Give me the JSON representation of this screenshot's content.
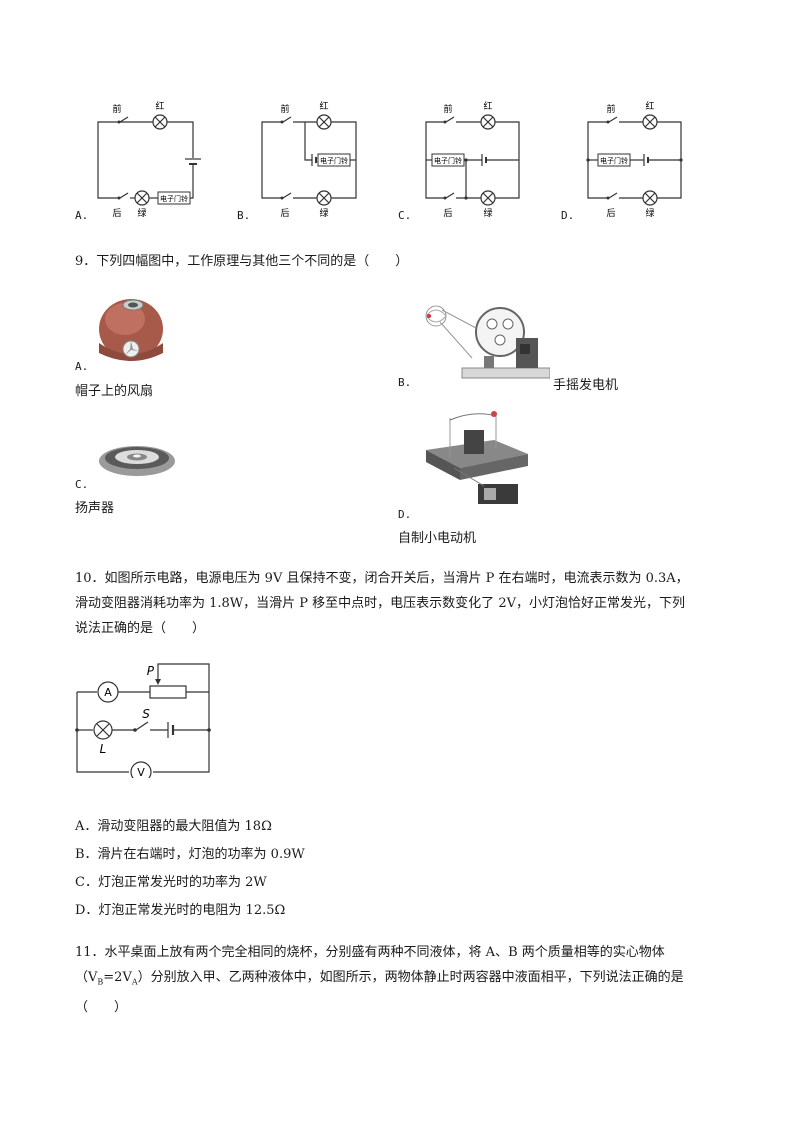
{
  "q8": {
    "options": [
      {
        "letter": "A.",
        "labels": {
          "front": "前",
          "red": "红",
          "back": "后",
          "green": "绿",
          "bell": "电子门铃"
        }
      },
      {
        "letter": "B.",
        "labels": {
          "front": "前",
          "red": "红",
          "back": "后",
          "green": "绿",
          "bell": "电子门铃"
        }
      },
      {
        "letter": "C.",
        "labels": {
          "front": "前",
          "red": "红",
          "back": "后",
          "green": "绿",
          "bell": "电子门铃"
        }
      },
      {
        "letter": "D.",
        "labels": {
          "front": "前",
          "red": "红",
          "back": "后",
          "green": "绿",
          "bell": "电子门铃"
        }
      }
    ]
  },
  "q9": {
    "stem": "9．下列四幅图中，工作原理与其他三个不同的是（　　）",
    "options": [
      {
        "letter": "A.",
        "caption": "帽子上的风扇",
        "icon": "cap-fan-photo"
      },
      {
        "letter": "B.",
        "caption": "手摇发电机",
        "icon": "hand-generator-photo"
      },
      {
        "letter": "C.",
        "caption": "扬声器",
        "icon": "speaker-photo"
      },
      {
        "letter": "D.",
        "caption": "自制小电动机",
        "icon": "motor-photo"
      }
    ]
  },
  "q10": {
    "stem_line1": "10．如图所示电路，电源电压为 9V 且保持不变，闭合开关后，当滑片 P 在右端时，电流表示数为 0.3A，",
    "stem_line2": "滑动变阻器消耗功率为 1.8W，当滑片 P 移至中点时，电压表示数变化了 2V，小灯泡恰好正常发光，下列",
    "stem_line3": "说法正确的是（　　）",
    "circuit_labels": {
      "p": "P",
      "a": "A",
      "s": "S",
      "l": "L",
      "v": "V"
    },
    "options": [
      "A．滑动变阻器的最大阻值为 18Ω",
      "B．滑片在右端时，灯泡的功率为 0.9W",
      "C．灯泡正常发光时的功率为 2W",
      "D．灯泡正常发光时的电阻为 12.5Ω"
    ]
  },
  "q11": {
    "stem_line1": "11．水平桌面上放有两个完全相同的烧杯，分别盛有两种不同液体，将 A、B 两个质量相等的实心物体",
    "stem_line2_pre": "（V",
    "sub_b": "B",
    "stem_line2_mid": "=2V",
    "sub_a": "A",
    "stem_line2_post": "）分别放入甲、乙两种液体中，如图所示，两物体静止时两容器中液面相平，下列说法正确的是",
    "stem_line3": "（　　）"
  }
}
